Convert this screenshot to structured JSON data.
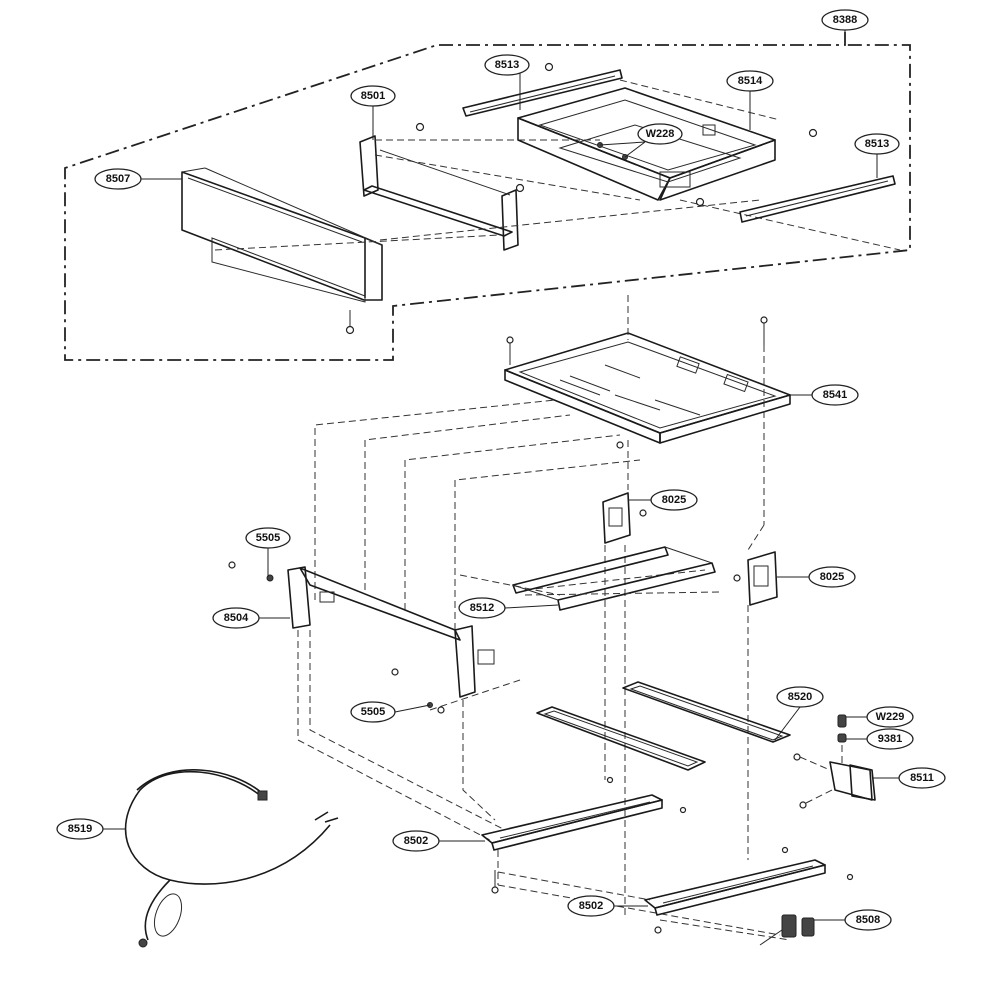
{
  "callouts": {
    "c8388": "8388",
    "c8513a": "8513",
    "c8514": "8514",
    "c8501": "8501",
    "c8507": "8507",
    "cW228": "W228",
    "c8513b": "8513",
    "c8541": "8541",
    "c8025a": "8025",
    "c8025b": "8025",
    "c5505a": "5505",
    "c8504": "8504",
    "c8512": "8512",
    "c5505b": "5505",
    "c8520": "8520",
    "cW229": "W229",
    "c9381": "9381",
    "c8511": "8511",
    "c8519": "8519",
    "c8502a": "8502",
    "c8502b": "8502",
    "c8508": "8508"
  }
}
